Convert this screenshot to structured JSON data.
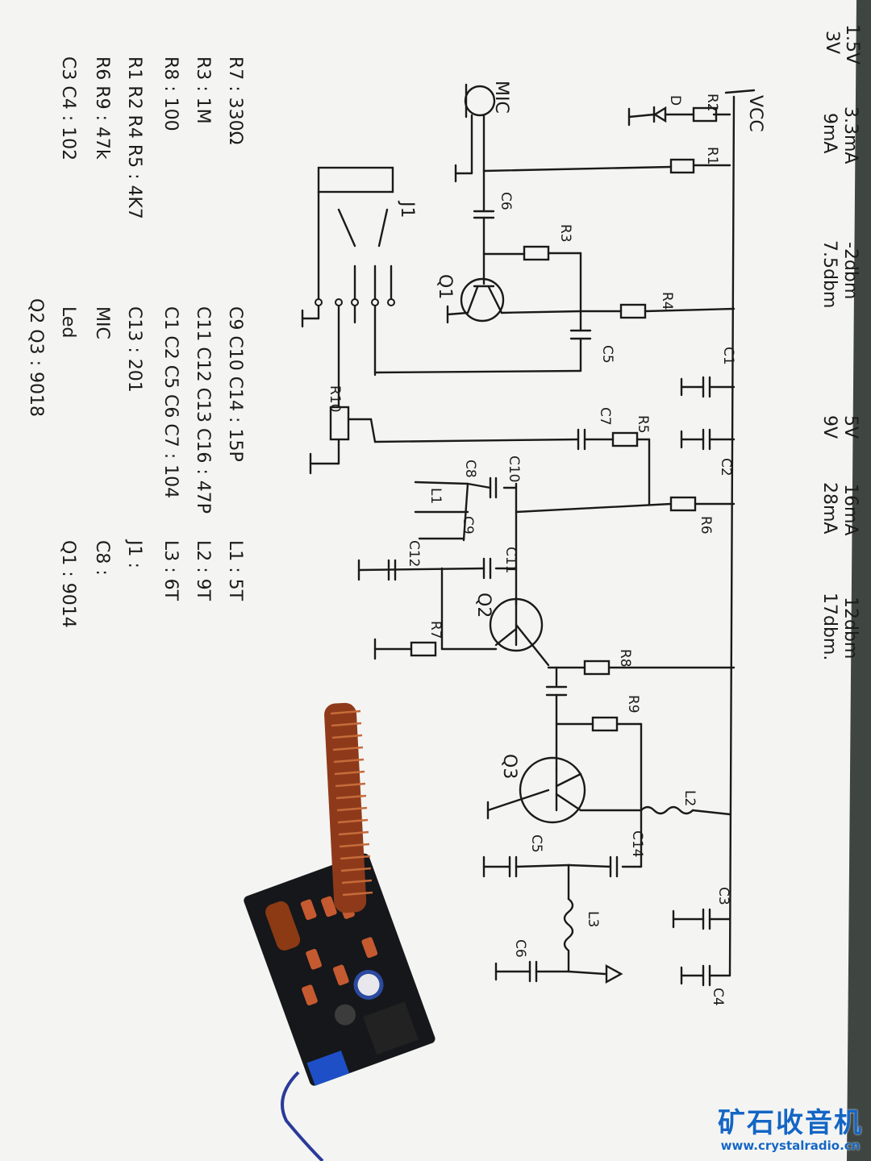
{
  "watermark": {
    "cn": "矿石收音机",
    "url": "www.crystalradio.cn"
  },
  "power": {
    "v1": "1.5V",
    "v2": "3V"
  },
  "measurements": {
    "a": [
      "3.3mA",
      "9mA"
    ],
    "b": [
      "-2dbm",
      "7.5dbm"
    ],
    "c": [
      "5V",
      "9V"
    ],
    "d": [
      "16mA",
      "28mA"
    ],
    "e": [
      "12dbm",
      "17dbm."
    ]
  },
  "parts_list": {
    "col1": [
      "R7 : 330Ω",
      "R3 : 1M",
      "R8 : 100",
      "R1 R2 R4 R5 : 4K7",
      "R6 R9 : 47k",
      "C3 C4 : 102"
    ],
    "col2": [
      "C9 C10 C14 : 15P",
      "C11 C12 C13 C16 : 47P",
      "C1 C2 C5 C6 C7 : 104",
      "C13 : 201",
      "MIC",
      "Led",
      "Q2 Q3 : 9018"
    ],
    "col3": [
      "L1 : 5T",
      "L2 : 9T",
      "L3 : 6T",
      "J1 :",
      "C8 :",
      "Q1 : 9014"
    ]
  },
  "labels": {
    "vcc": "VCC",
    "mic": "MIC",
    "j1": "J1",
    "r1": "R1",
    "r2": "R2",
    "r3": "R3",
    "r4": "R4",
    "r5": "R5",
    "r6": "R6",
    "r7": "R7",
    "r8": "R8",
    "r9": "R9",
    "r10": "R10",
    "q1": "Q1",
    "q2": "Q2",
    "q3": "Q3",
    "d": "D",
    "c1": "C1",
    "c2": "C2",
    "c3": "C3",
    "c4": "C4",
    "c5": "C5",
    "c6": "C6",
    "c6b": "C6",
    "c7": "C7",
    "c8": "C8",
    "c10": "C10",
    "c11": "C11",
    "c12": "C12",
    "c14": "C14",
    "c9": "C9",
    "l1": "L1",
    "l2": "L2",
    "l3": "L3"
  }
}
